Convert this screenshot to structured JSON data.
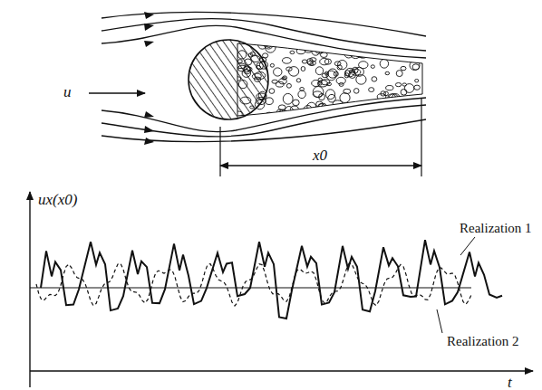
{
  "diagram": {
    "labels": [
      "u",
      "x0",
      "ux(x0)",
      "Realization 1",
      "Realization 2",
      "t"
    ]
  }
}
